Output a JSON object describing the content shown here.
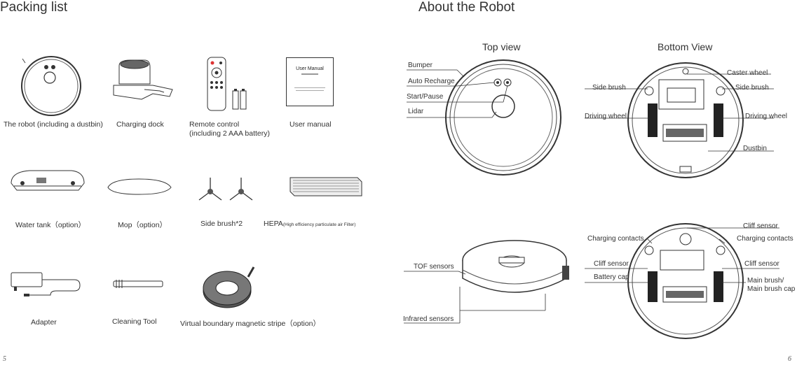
{
  "left": {
    "title": "Packing list",
    "items": [
      {
        "label": "The robot (including a dustbin)"
      },
      {
        "label": "Charging dock"
      },
      {
        "label": "Remote control",
        "sub": "(including 2 AAA battery)"
      },
      {
        "label": "User manual",
        "booklet_title": "User Manual"
      },
      {
        "label": "Water tank（option）"
      },
      {
        "label": "Mop（option）"
      },
      {
        "label": "Side brush*2"
      },
      {
        "label": "HEPA",
        "note": "(High efficiency particulate air Filter)"
      },
      {
        "label": "Adapter"
      },
      {
        "label": "Cleaning Tool"
      },
      {
        "label": "Virtual boundary magnetic stripe（option）"
      }
    ],
    "page_number": "5"
  },
  "right": {
    "title": "About the Robot",
    "top_view": {
      "heading": "Top view",
      "labels": [
        "Bumper",
        "Auto Recharge",
        "Start/Pause",
        "Lidar"
      ]
    },
    "bottom_view": {
      "heading": "Bottom View",
      "labels": [
        "Caster wheel",
        "Side brush",
        "Side brush",
        "Driving wheel",
        "Driving wheel",
        "Dustbin"
      ]
    },
    "side_view": {
      "labels": [
        "TOF sensors",
        "Infrared sensors"
      ]
    },
    "bottom_view2": {
      "labels": [
        "Cliff sensor",
        "Charging contacts",
        "Charging contacts",
        "Cliff sensor",
        "Cliff sensor",
        "Battery cap",
        "Main brush/",
        "Main brush cap"
      ]
    },
    "page_number": "6"
  }
}
